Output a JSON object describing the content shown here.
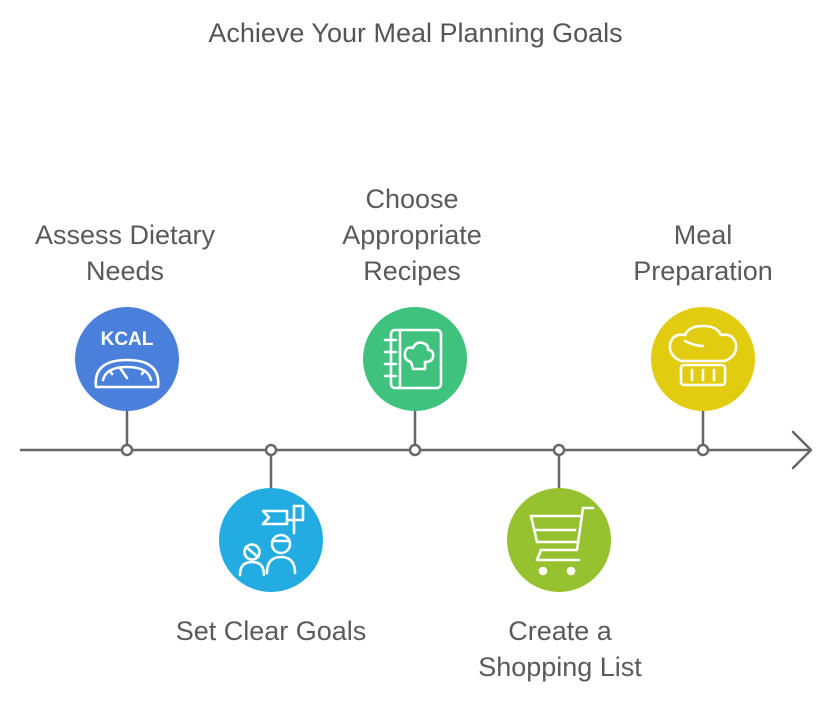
{
  "title": "Achieve Your Meal Planning Goals",
  "steps": [
    {
      "lines": [
        "Assess Dietary",
        "Needs"
      ],
      "icon": "scale-kcal-icon",
      "color": "#4a7fdc"
    },
    {
      "lines": [
        "Set Clear Goals"
      ],
      "icon": "goal-flag-people-icon",
      "color": "#22ace2"
    },
    {
      "lines": [
        "Choose",
        "Appropriate",
        "Recipes"
      ],
      "icon": "recipe-book-icon",
      "color": "#3fc27e"
    },
    {
      "lines": [
        "Create a",
        "Shopping List"
      ],
      "icon": "shopping-cart-icon",
      "color": "#95c22e"
    },
    {
      "lines": [
        "Meal",
        "Preparation"
      ],
      "icon": "chef-hat-icon",
      "color": "#e2cc0f"
    }
  ],
  "icon_text": {
    "kcal": "KCAL"
  }
}
